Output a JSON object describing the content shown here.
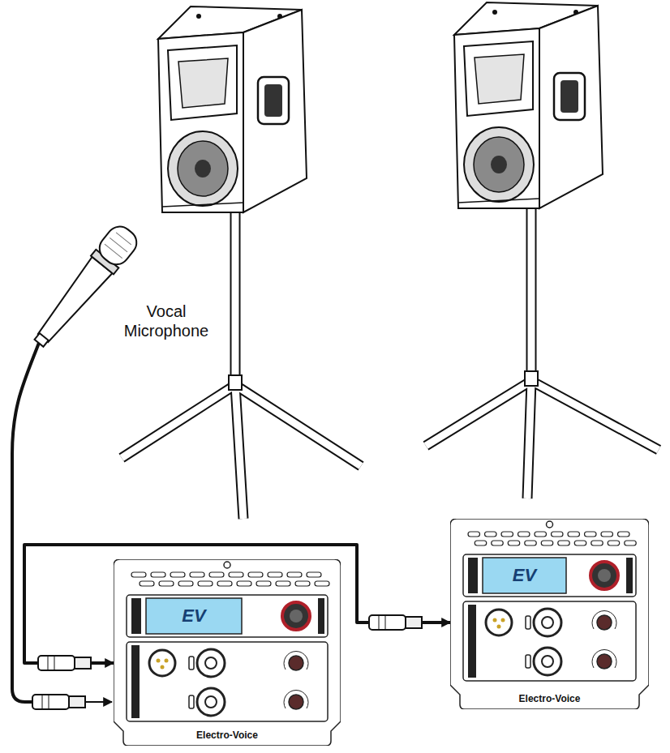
{
  "diagram": {
    "nodes": [
      {
        "text": [
          "Electro-Voice"
        ]
      },
      {
        "text": [
          "Electro-Voice"
        ]
      }
    ],
    "edges": [
      {
        "from": 0,
        "to": 1,
        "arrow": "both"
      }
    ],
    "labels": [
      "Vocal Microphone",
      "EV",
      "EV"
    ]
  }
}
